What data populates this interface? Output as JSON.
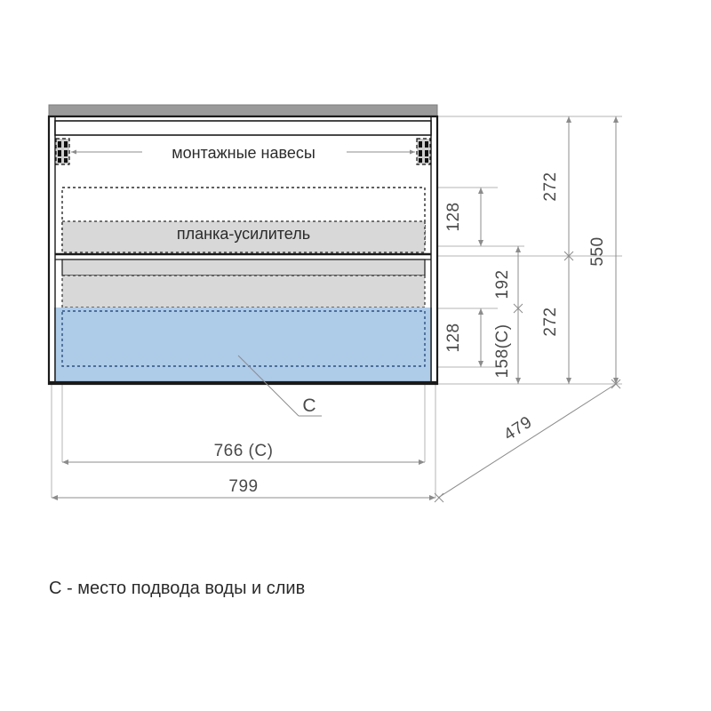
{
  "drawing": {
    "title": "Cabinet elevation technical drawing",
    "colors": {
      "countertop": "#9a9a9a",
      "panel_gray": "#d8d8d8",
      "water_zone_blue": "#aecbe8",
      "outline": "#1a1a1a",
      "dimension": "#8c8c8c",
      "extension": "#b4b4b4",
      "text": "#3a3a3a"
    },
    "labels": {
      "mounting_brackets": "монтажные навесы",
      "reinforcement_strip": "планка-усилитель"
    },
    "markers": {
      "water_point": "C"
    },
    "dimensions": {
      "overall_height": "550",
      "upper_section_height": "272",
      "lower_section_height": "272",
      "upper_drawer_inner": "128",
      "lower_drawer_inner": "128",
      "middle_offset": "192",
      "water_drain_height": "158(C)",
      "inner_width": "766 (C)",
      "overall_width": "799",
      "depth": "479"
    },
    "caption": "C - место подвода воды и слив"
  }
}
